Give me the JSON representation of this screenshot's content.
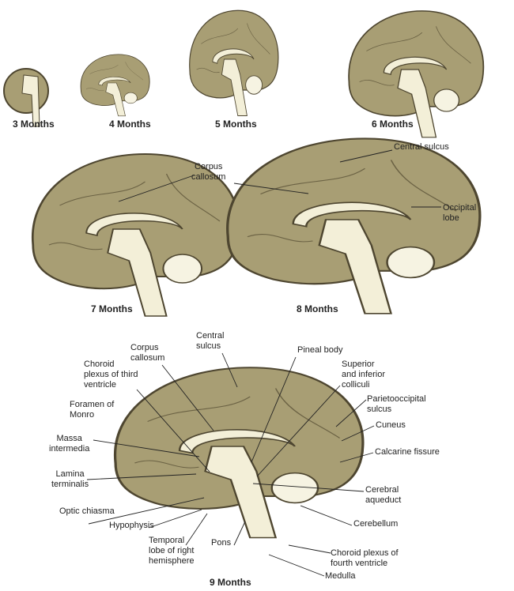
{
  "stages": [
    "3 Months",
    "4 Months",
    "5 Months",
    "6 Months",
    "7 Months",
    "8 Months",
    "9 Months"
  ],
  "labels_7m": {
    "corpus_callosum": "Corpus\ncallosum"
  },
  "labels_8m": {
    "central_sulcus": "Central sulcus",
    "occipital_lobe": "Occipital\nlobe"
  },
  "labels_9m": {
    "central_sulcus": "Central\nsulcus",
    "corpus_callosum": "Corpus\ncallosum",
    "choroid_third": "Choroid\nplexus of third\nventricle",
    "pineal_body": "Pineal body",
    "colliculi": "Superior\nand inferior\ncolliculi",
    "foramen_monro": "Foramen of\nMonro",
    "parietooccipital": "Parietooccipital\nsulcus",
    "massa_intermedia": "Massa\nintermedia",
    "cuneus": "Cuneus",
    "calcarine": "Calcarine fissure",
    "lamina_terminalis": "Lamina\nterminalis",
    "cerebral_aqueduct": "Cerebral\naqueduct",
    "optic_chiasma": "Optic chiasma",
    "cerebellum": "Cerebellum",
    "hypophysis": "Hypophysis",
    "temporal_lobe": "Temporal\nlobe of right\nhemisphere",
    "pons": "Pons",
    "choroid_fourth": "Choroid plexus of\nfourth ventricle",
    "medulla": "Medulla"
  },
  "colors": {
    "brain": "#a89e74",
    "outline": "#4e4630",
    "pale": "#f3efd8"
  }
}
